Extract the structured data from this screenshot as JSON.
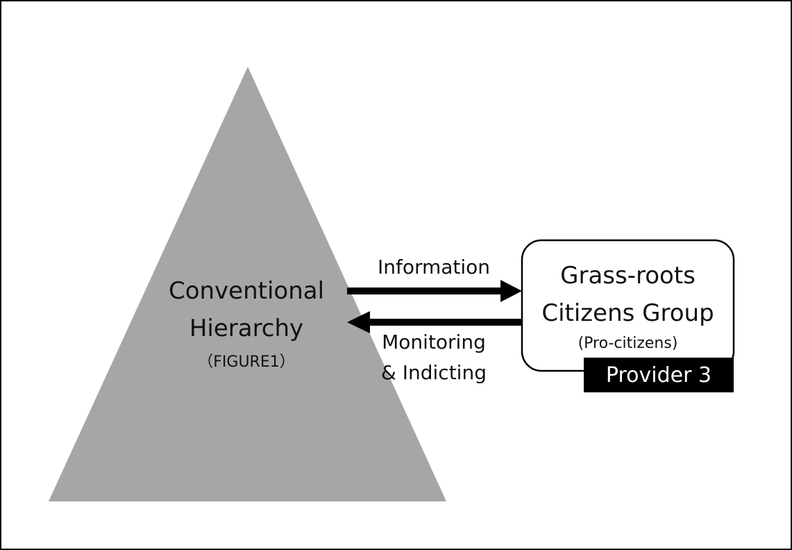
{
  "hierarchy": {
    "line1": "Conventional",
    "line2": "Hierarchy",
    "sub": "（FIGURE1）"
  },
  "arrows": {
    "top_label": "Information",
    "bottom_label_line1": "Monitoring",
    "bottom_label_line2": "& Indicting"
  },
  "group_box": {
    "line1": "Grass-roots",
    "line2": "Citizens Group",
    "sub": "(Pro-citizens)",
    "tag": "Provider 3"
  },
  "colors": {
    "triangle_fill": "#a6a6a6",
    "arrow": "#000000",
    "tag_background": "#000000",
    "tag_text": "#ffffff"
  }
}
